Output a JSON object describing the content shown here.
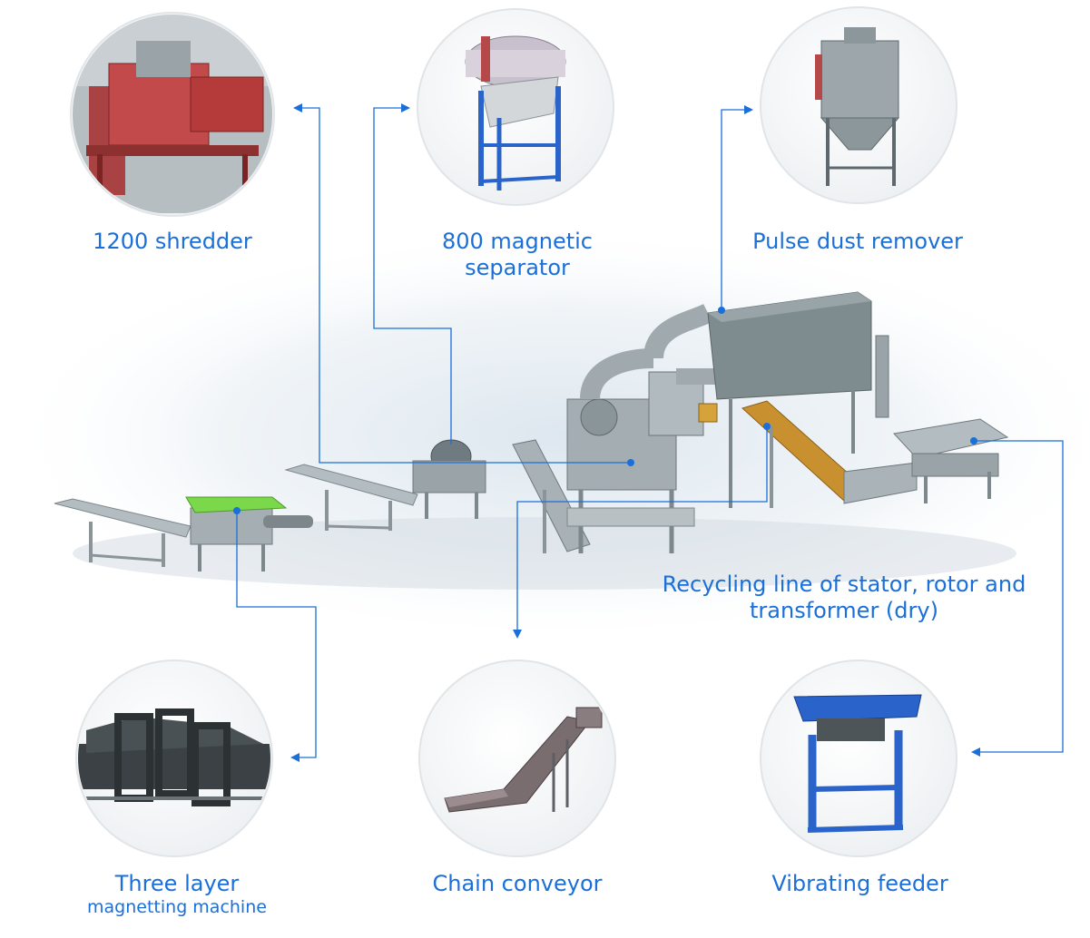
{
  "colors": {
    "accent": "#1a6fd9",
    "machine": "#9ea8ad",
    "machine_dark": "#6c777c",
    "housing": "#7f8c8f",
    "green": "#7bd84a",
    "orange": "#c8902e",
    "blue_frame": "#2a63c9",
    "red_frame": "#b53a3a"
  },
  "labels": {
    "shredder": "1200 shredder",
    "magnetic_line1": "800 magnetic",
    "magnetic_line2": "separator",
    "dust": "Pulse dust remover",
    "line_line1": "Recycling line of stator, rotor and",
    "line_line2": "transformer (dry)",
    "three_line1": "Three layer",
    "three_line2": "magnetting machine",
    "chain": "Chain conveyor",
    "vibrating": "Vibrating feeder"
  }
}
